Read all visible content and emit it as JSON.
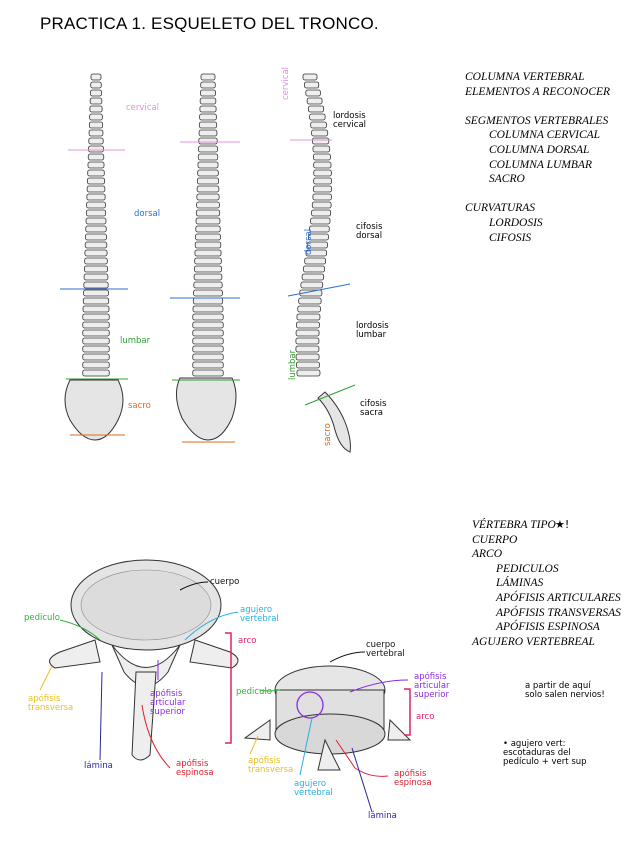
{
  "page": {
    "title": "PRACTICA 1. ESQUELETO DEL TRONCO."
  },
  "notes_top": [
    {
      "text": "COLUMNA VERTEBRAL",
      "indent": 0
    },
    {
      "text": "ELEMENTOS A RECONOCER",
      "indent": 0
    },
    {
      "text": "",
      "indent": 0
    },
    {
      "text": "SEGMENTOS VERTEBRALES",
      "indent": 0
    },
    {
      "text": "COLUMNA CERVICAL",
      "indent": 1
    },
    {
      "text": "COLUMNA DORSAL",
      "indent": 1
    },
    {
      "text": "COLUMNA LUMBAR",
      "indent": 1
    },
    {
      "text": "SACRO",
      "indent": 1
    },
    {
      "text": "",
      "indent": 0
    },
    {
      "text": "CURVATURAS",
      "indent": 0
    },
    {
      "text": "LORDOSIS",
      "indent": 1
    },
    {
      "text": "CIFOSIS",
      "indent": 1
    }
  ],
  "notes_bottom": [
    {
      "text": "VÉRTEBRA TIPO",
      "indent": 0
    },
    {
      "text": "CUERPO",
      "indent": 0
    },
    {
      "text": "ARCO",
      "indent": 0
    },
    {
      "text": "PEDICULOS",
      "indent": 1
    },
    {
      "text": "LÁMINAS",
      "indent": 1
    },
    {
      "text": "APÓFISIS ARTICULARES",
      "indent": 1
    },
    {
      "text": "APÓFISIS TRANSVERSAS",
      "indent": 1
    },
    {
      "text": "APÓFISIS ESPINOSA",
      "indent": 1
    },
    {
      "text": "AGUJERO VERTEBREAL",
      "indent": 0
    }
  ],
  "spine_labels": {
    "cervical": "cervical",
    "dorsal": "dorsal",
    "lumbar": "lumbar",
    "sacro": "sacro",
    "lordosis_cervical": "lordosis cervical",
    "cifosis_dorsal": "cifosis dorsal",
    "lordosis_lumbar": "lordosis lumbar",
    "cifosis_sacra": "cifosis sacra"
  },
  "vertebra_labels": {
    "cuerpo": "cuerpo",
    "pediculo": "pediculo",
    "apofisis_articular": "apófisis articular superior",
    "arco": "arco",
    "apofisis_transversa": "apófisis transversa",
    "lamina": "lámina",
    "apofisis_espinosa": "apófisis espinosa",
    "cuerpo_vertebral": "cuerpo vertebral",
    "agujero_vertebral": "agujero vertebral",
    "star_mark": "★!"
  },
  "handnotes": {
    "note1": "a partir de aquí solo salen nervios!",
    "note2": "• agujero vert: escotaduras del pedículo + vert sup"
  },
  "colors": {
    "cervical": "#e090e0",
    "dorsal": "#2a6fd6",
    "lumbar": "#2fa02f",
    "sacro": "#e06a1a",
    "arco": "#e0206a",
    "pediculo": "#2fb03a",
    "articular": "#8a2be2",
    "transversa": "#e8c020",
    "lamina": "#2a2aa0",
    "espinosa": "#e02030",
    "cuerpo": "#111111",
    "agujero": "#29b0e0"
  }
}
